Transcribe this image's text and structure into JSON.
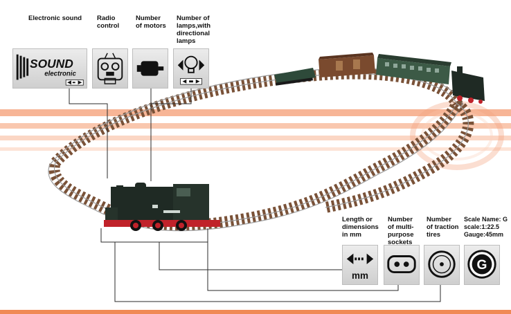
{
  "features_top": [
    {
      "label": "Electronic sound",
      "icon": "sound-electronic-icon",
      "icon_text": "SOUND",
      "icon_subtext": "electronic"
    },
    {
      "label": "Radio\ncontrol",
      "icon": "radio-control-icon"
    },
    {
      "label": "Number\nof motors",
      "icon": "motor-icon"
    },
    {
      "label": "Number of\nlamps,with\ndirectional\nlamps",
      "icon": "directional-lamps-icon"
    }
  ],
  "features_bottom": [
    {
      "label": "Length or\ndimensions\nin mm",
      "icon": "length-dimension-icon",
      "icon_text": "mm"
    },
    {
      "label": "Number\nof multi-\npurpose\nsockets",
      "icon": "multipurpose-socket-icon"
    },
    {
      "label": "Number\nof traction\ntires",
      "icon": "traction-tire-icon"
    },
    {
      "label": "Scale Name: G\nscale:1:22.5\nGauge:45mm",
      "icon": "gauge-g-icon",
      "icon_text": "G"
    }
  ],
  "colors": {
    "track_brown": "#7a5238",
    "rail_gray": "#8a8a8a",
    "stripe_orange": "#f6a882",
    "stripe_light": "#fbd7c5",
    "bottom_bar": "#f08a55",
    "loco_body": "#1f2a24",
    "loco_wheels": "#c0222a"
  }
}
